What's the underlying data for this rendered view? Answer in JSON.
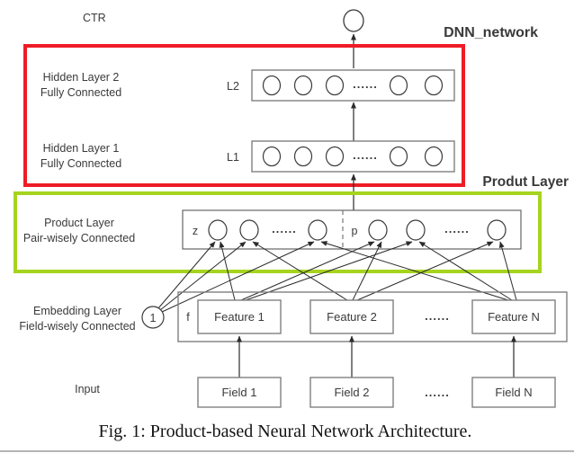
{
  "colors": {
    "red": "#ee1c25",
    "green": "#a6d41e",
    "line": "#3a3a3a",
    "box_border": "#7f7f7f"
  },
  "diagram": {
    "ctr_label": "CTR",
    "dnn_label": "DNN_network",
    "l2": {
      "side_label_1": "Hidden Layer 2",
      "side_label_2": "Fully Connected",
      "tag": "L2",
      "dots": "......"
    },
    "l1": {
      "side_label_1": "Hidden Layer 1",
      "side_label_2": "Fully Connected",
      "tag": "L1",
      "dots": "......"
    },
    "product": {
      "green_label": "Produt Layer",
      "side_label_1": "Product Layer",
      "side_label_2": "Pair-wisely Connected",
      "z_label": "z",
      "p_label": "p",
      "z_dots": "......",
      "p_dots": "......"
    },
    "embedding": {
      "side_label_1": "Embedding Layer",
      "side_label_2": "Field-wisely Connected",
      "one_label": "1",
      "f_label": "f",
      "features": [
        "Feature 1",
        "Feature 2",
        "Feature N"
      ],
      "dots": "......"
    },
    "input": {
      "side_label": "Input",
      "fields": [
        "Field 1",
        "Field 2",
        "Field N"
      ],
      "dots": "......"
    },
    "caption": "Fig. 1: Product-based Neural Network Architecture."
  }
}
